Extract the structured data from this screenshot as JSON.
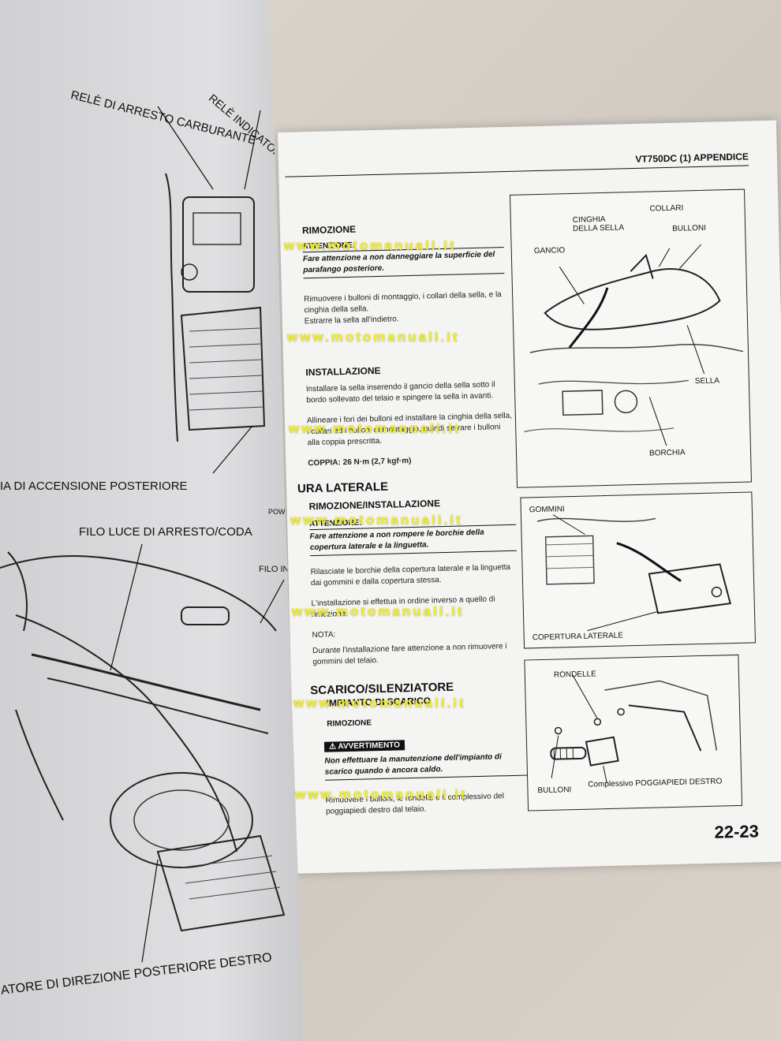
{
  "right_page": {
    "header": "VT750DC (1) APPENDICE",
    "sec1": {
      "title": "RIMOZIONE",
      "att_label": "ATTENZIONE:",
      "att_text": "Fare attenzione a non danneggiare la superficie del parafango posteriore.",
      "p1": "Rimuovere i bulloni di montaggio, i collari della sella, e la cinghia della sella.",
      "p2": "Estrarre la sella all'indietro.",
      "install_title": "INSTALLAZIONE",
      "p3": "Installare la sella inserendo il gancio della sella sotto il bordo sollevato del telaio e spingere la sella in avanti.",
      "p4": "Allineare i fori dei bulloni ed installare la cinghia della sella, i collari ed i bulloni di montaggio, quindi serrare i bulloni alla coppia prescritta.",
      "torque": "COPPIA: 26 N·m (2,7 kgf·m)"
    },
    "sec2": {
      "title": "URA LATERALE",
      "sub": "RIMOZIONE/INSTALLAZIONE",
      "att_label": "ATTENZIONE:",
      "att_text": "Fare attenzione a non rompere le borchie della copertura laterale e la linguetta.",
      "p1": "Rilasciate le borchie della copertura laterale e la linguetta dai gommini e dalla copertura stessa.",
      "p2": "L'installazione si effettua in ordine inverso a quello di rimozione.",
      "nota_label": "NOTA:",
      "nota_text": "Durante l'installazione fare attenzione a non rimuovere i gommini del telaio."
    },
    "sec3": {
      "title": "SCARICO/SILENZIATORE",
      "sub": "IMPIANTO DI SCARICO",
      "sub2": "RIMOZIONE",
      "warn_label": "AVVERTIMENTO",
      "warn_text": "Non effettuare la manutenzione dell'impianto di scarico quando è ancora caldo.",
      "p1": "Rimuovere i bulloni, le rondelle e il complessivo del poggiapiedi destro dal telaio."
    },
    "fig1": {
      "cinghia": "CINGHIA\nDELLA SELLA",
      "collari": "COLLARI",
      "bulloni": "BULLONI",
      "gancio": "GANCIO",
      "sella": "SELLA",
      "borchia": "BORCHIA"
    },
    "fig2": {
      "gommini": "GOMMINI",
      "copertura": "COPERTURA LATERALE"
    },
    "fig3": {
      "rondelle": "RONDELLE",
      "bulloni": "BULLONI",
      "complessivo": "Complessivo POGGIAPIEDI DESTRO"
    },
    "page_number": "22-23"
  },
  "left_page": {
    "rele_arresto": "RELÈ DI ARRESTO CARBURANTE",
    "rele_indicatore": "RELÈ INDICATORE D",
    "bobina": "IA DI ACCENSIONE POSTERIORE",
    "filo_luce": "FILO LUCE DI ARRESTO/CODA",
    "powr": "POWR",
    "filo_indicatore": "FILO INDICATORE",
    "indicatore_dx": "ATORE DI DIREZIONE POSTERIORE DESTRO"
  },
  "watermark": "www.motomanuali.it"
}
